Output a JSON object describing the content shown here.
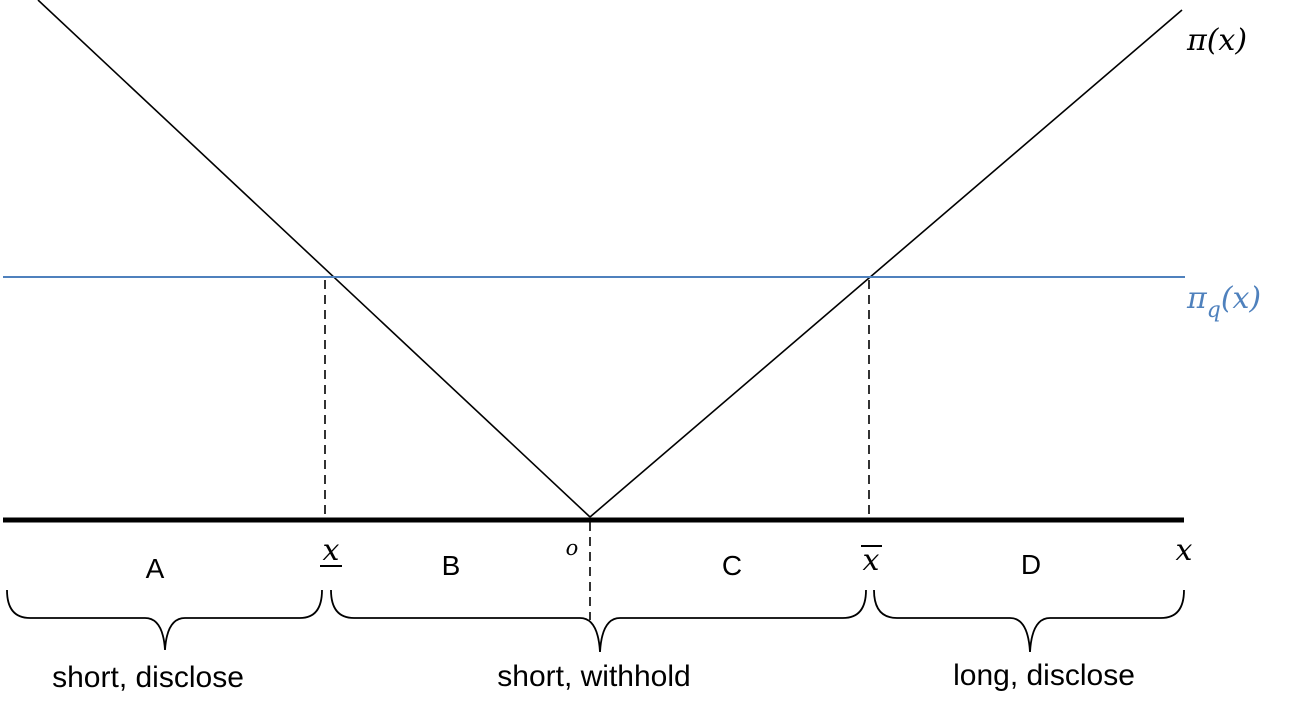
{
  "curve_labels": {
    "pi": "π(x)",
    "pi_q": "π",
    "pi_q_sub": "q",
    "pi_q_arg": "(x)"
  },
  "axis_labels": {
    "x_lower": "x",
    "origin": "o",
    "x_upper": "x",
    "x_axis": "x"
  },
  "regions": [
    "A",
    "B",
    "C",
    "D"
  ],
  "groups": [
    "short, disclose",
    "short, withhold",
    "long, disclose"
  ],
  "colors": {
    "pi_line": "#000000",
    "pi_q_line": "#4f81bd",
    "axis": "#000000"
  }
}
